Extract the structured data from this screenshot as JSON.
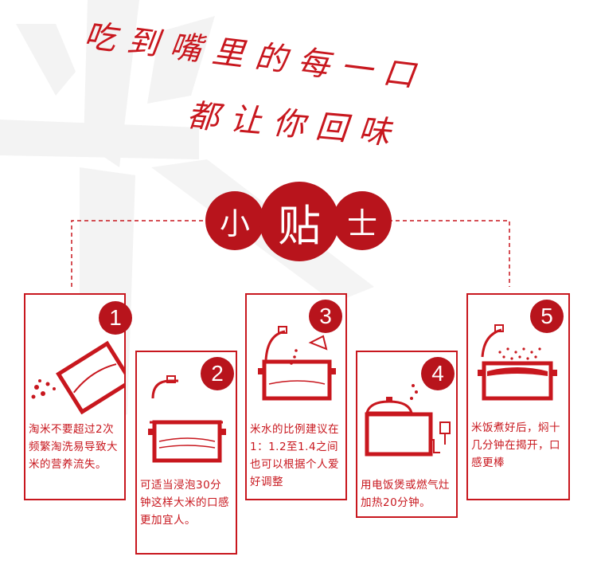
{
  "slogan": {
    "line1": "吃到嘴里的每一口",
    "line2": "都让你回味"
  },
  "title": {
    "char1": "小",
    "char2": "贴",
    "char3": "士"
  },
  "steps": [
    {
      "number": "1",
      "text": "淘米不要超过2次频繁淘洗易导致大米的营养流失。",
      "icon": "pour-pot-icon"
    },
    {
      "number": "2",
      "text": "可适当浸泡30分钟这样大米的口感更加宜人。",
      "icon": "soak-pot-icon"
    },
    {
      "number": "3",
      "text": "米水的比例建议在1：1.2至1.4之间也可以根据个人爱好调整",
      "icon": "water-ratio-icon"
    },
    {
      "number": "4",
      "text": "用电饭煲或燃气灶加热20分钟。",
      "icon": "rice-cooker-icon"
    },
    {
      "number": "5",
      "text": "米饭煮好后，焖十几分钟在揭开，口感更棒",
      "icon": "steaming-pot-icon"
    }
  ],
  "colors": {
    "accent": "#c8171e",
    "circle": "#b8141c",
    "watermark": "#f2f2f2"
  }
}
